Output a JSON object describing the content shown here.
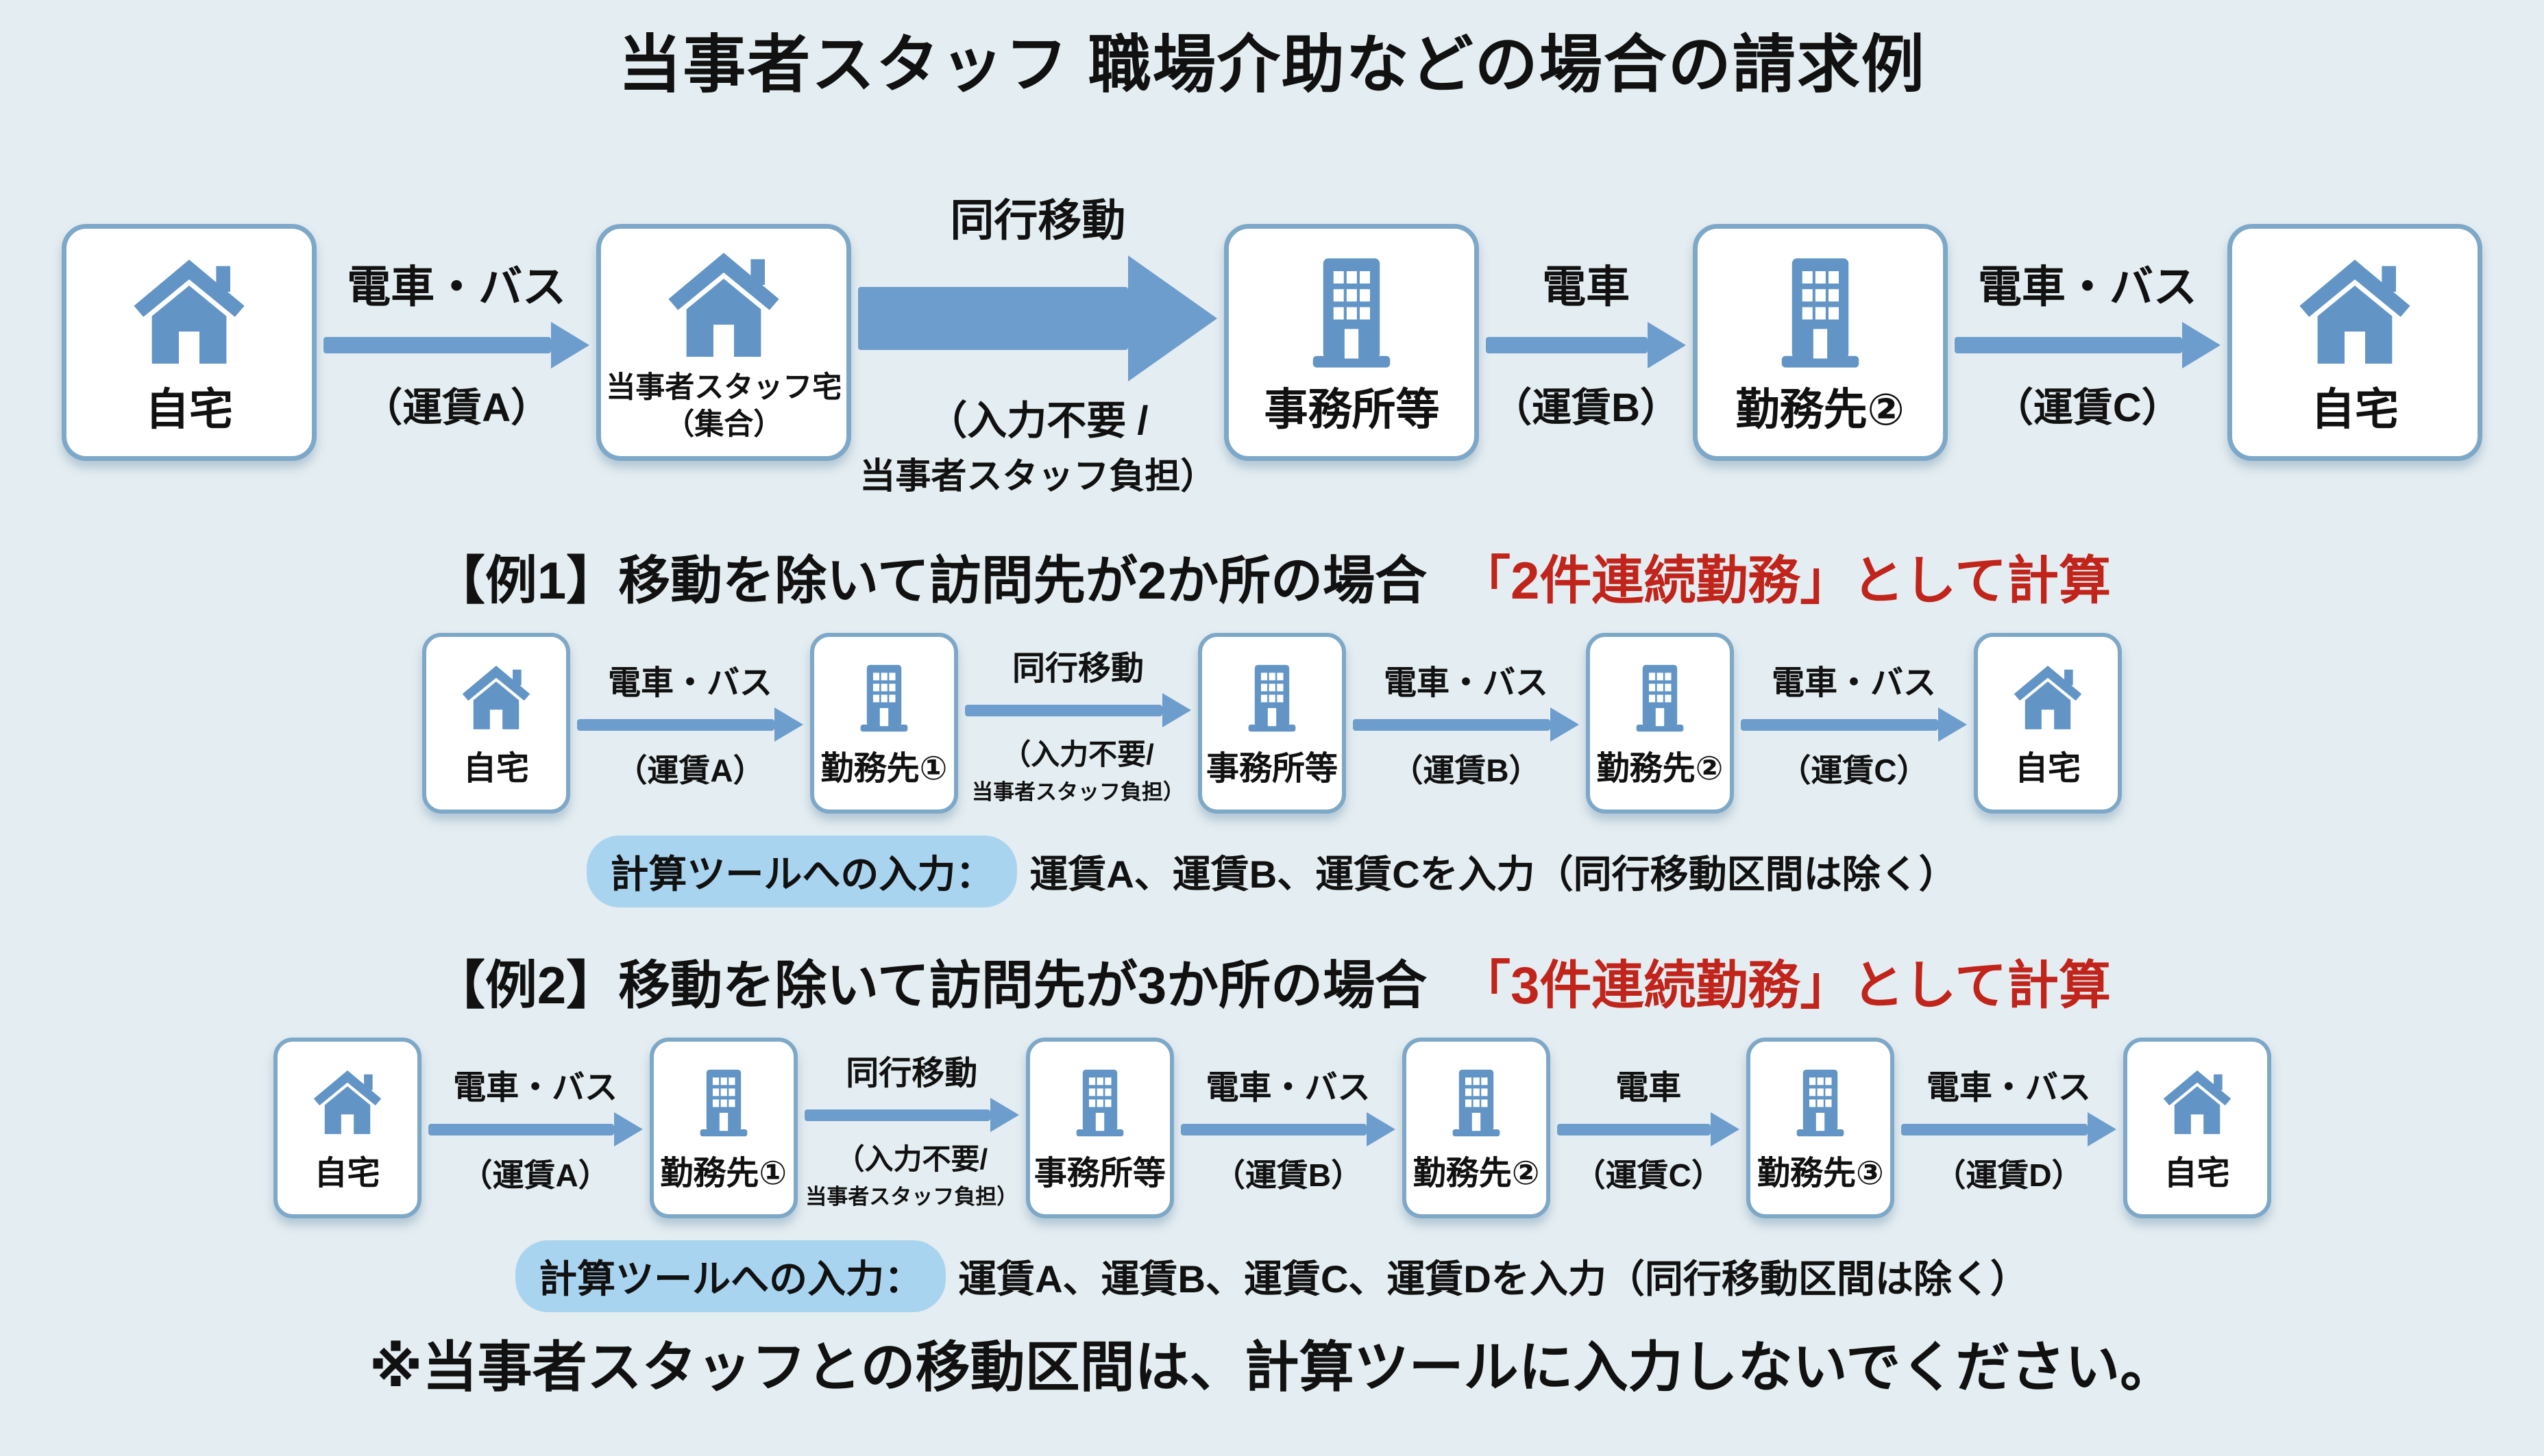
{
  "title": "当事者スタッフ 職場介助などの場合の請求例",
  "colors": {
    "bg": "#e4edf1",
    "ink": "#111111",
    "red": "#c0241b",
    "icon": "#6295c5",
    "arrow": "#6d9dcd",
    "border": "#7ea8c8",
    "pill": "#a9d4ef"
  },
  "flow_main": {
    "nodes": [
      {
        "label": "自宅",
        "icon": "home"
      },
      {
        "label": "当事者スタッフ宅",
        "sublabel": "（集合）",
        "icon": "home"
      },
      {
        "label": "事務所等",
        "icon": "building"
      },
      {
        "label": "勤務先②",
        "icon": "building"
      },
      {
        "label": "自宅",
        "icon": "home"
      }
    ],
    "arrows": [
      {
        "top": "電車・バス",
        "bottom": "（運賃A）"
      },
      {
        "top": "同行移動",
        "bottom": "（入力不要 /",
        "bottom2": "当事者スタッフ負担）"
      },
      {
        "top": "電車",
        "bottom": "（運賃B）"
      },
      {
        "top": "電車・バス",
        "bottom": "（運賃C）"
      }
    ]
  },
  "example1": {
    "heading_black": "【例1】移動を除いて訪問先が2か所の場合",
    "heading_red": "「2件連続勤務」として計算",
    "nodes": [
      {
        "label": "自宅",
        "icon": "home"
      },
      {
        "label": "勤務先①",
        "icon": "building"
      },
      {
        "label": "事務所等",
        "icon": "building"
      },
      {
        "label": "勤務先②",
        "icon": "building"
      },
      {
        "label": "自宅",
        "icon": "home"
      }
    ],
    "arrows": [
      {
        "top": "電車・バス",
        "bottom": "（運賃A）"
      },
      {
        "top": "同行移動",
        "bottom": "（入力不要/",
        "bottom2": "当事者スタッフ負担）"
      },
      {
        "top": "電車・バス",
        "bottom": "（運賃B）"
      },
      {
        "top": "電車・バス",
        "bottom": "（運賃C）"
      }
    ],
    "input_label": "計算ツールへの入力：",
    "input_text": "運賃A、運賃B、運賃Cを入力（同行移動区間は除く）"
  },
  "example2": {
    "heading_black": "【例2】移動を除いて訪問先が3か所の場合",
    "heading_red": "「3件連続勤務」として計算",
    "nodes": [
      {
        "label": "自宅",
        "icon": "home"
      },
      {
        "label": "勤務先①",
        "icon": "building"
      },
      {
        "label": "事務所等",
        "icon": "building"
      },
      {
        "label": "勤務先②",
        "icon": "building"
      },
      {
        "label": "勤務先③",
        "icon": "building"
      },
      {
        "label": "自宅",
        "icon": "home"
      }
    ],
    "arrows": [
      {
        "top": "電車・バス",
        "bottom": "（運賃A）"
      },
      {
        "top": "同行移動",
        "bottom": "（入力不要/",
        "bottom2": "当事者スタッフ負担）"
      },
      {
        "top": "電車・バス",
        "bottom": "（運賃B）"
      },
      {
        "top": "電車",
        "bottom": "（運賃C）"
      },
      {
        "top": "電車・バス",
        "bottom": "（運賃D）"
      }
    ],
    "input_label": "計算ツールへの入力：",
    "input_text": "運賃A、運賃B、運賃C、運賃Dを入力（同行移動区間は除く）"
  },
  "footnote": "※当事者スタッフとの移動区間は、計算ツールに入力しないでください。"
}
